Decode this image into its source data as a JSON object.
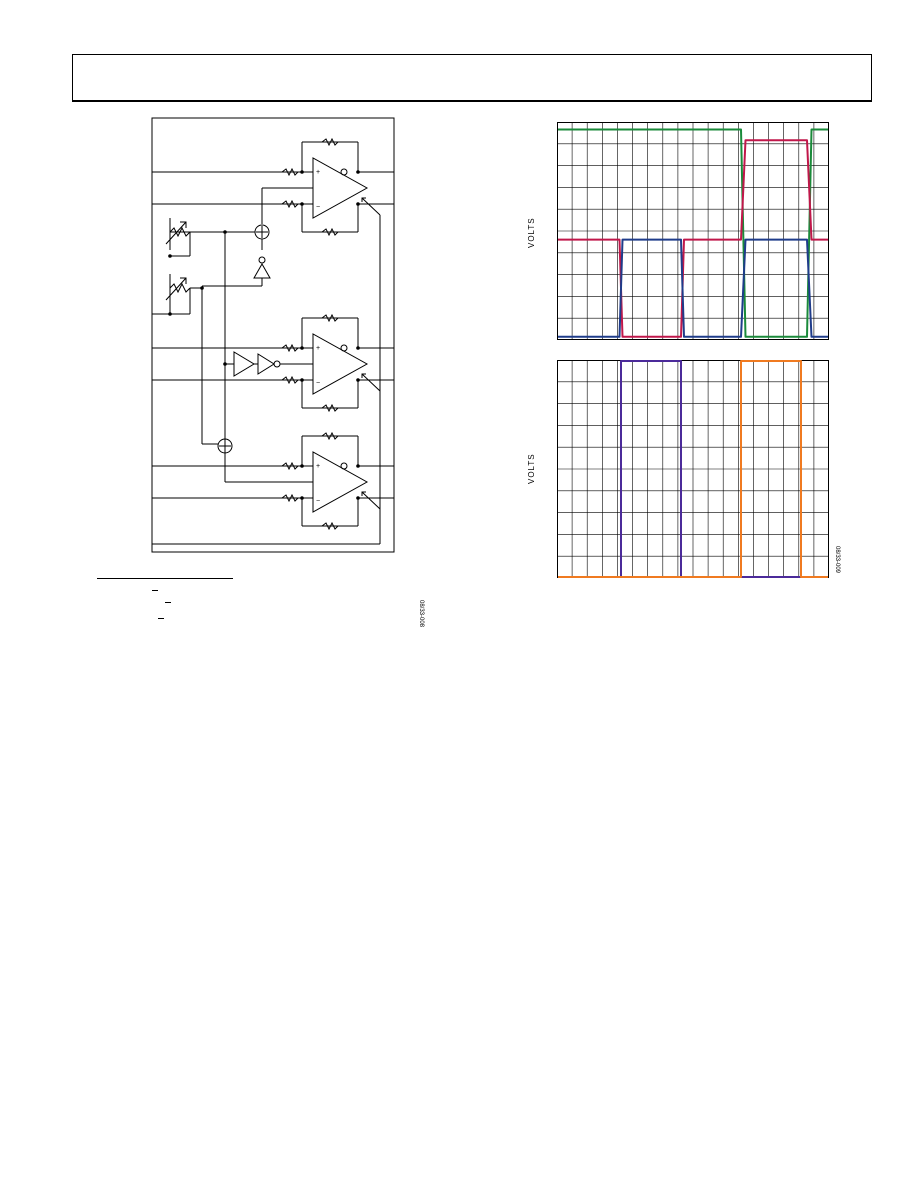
{
  "figure_left": {
    "figure_id": "08/33-008"
  },
  "figure_right": {
    "figure_id": "08/33-009"
  },
  "chart_data": [
    {
      "type": "line",
      "ylabel": "VOLTS",
      "grid": true,
      "grid_divisions": {
        "x": 18,
        "y": 10
      },
      "series": [
        {
          "color": "#1a8a3a",
          "level_hi": 9.7,
          "level_lo": 0.1,
          "points": [
            [
              0,
              9.7
            ],
            [
              12.2,
              9.7
            ],
            [
              12.5,
              0.1
            ],
            [
              16.6,
              0.1
            ],
            [
              16.9,
              9.7
            ],
            [
              18,
              9.7
            ]
          ]
        },
        {
          "color": "#c0174a",
          "level_hi": 4.6,
          "level_lo": 0.1,
          "points": [
            [
              0,
              4.6
            ],
            [
              4.1,
              4.6
            ],
            [
              4.3,
              0.1
            ],
            [
              8.2,
              0.1
            ],
            [
              8.4,
              4.6
            ],
            [
              12.2,
              4.6
            ],
            [
              12.5,
              9.2
            ],
            [
              16.6,
              9.2
            ],
            [
              16.9,
              4.6
            ],
            [
              18,
              4.6
            ]
          ]
        },
        {
          "color": "#1f3c8a",
          "level_hi": 4.6,
          "level_lo": 0.1,
          "points": [
            [
              0,
              0.1
            ],
            [
              4.1,
              0.1
            ],
            [
              4.3,
              4.6
            ],
            [
              8.2,
              4.6
            ],
            [
              8.4,
              0.1
            ],
            [
              12.2,
              0.1
            ],
            [
              12.5,
              4.6
            ],
            [
              16.6,
              4.6
            ],
            [
              16.9,
              0.1
            ],
            [
              18,
              0.1
            ]
          ]
        }
      ]
    },
    {
      "type": "line",
      "ylabel": "VOLTS",
      "grid": true,
      "grid_divisions": {
        "x": 18,
        "y": 10
      },
      "series": [
        {
          "color": "#4b2a9a",
          "points": [
            [
              0,
              0
            ],
            [
              4.2,
              0
            ],
            [
              4.2,
              10
            ],
            [
              8.2,
              10
            ],
            [
              8.2,
              0
            ],
            [
              18,
              0
            ]
          ]
        },
        {
          "color": "#f07a20",
          "points": [
            [
              0,
              0
            ],
            [
              12.2,
              0
            ],
            [
              12.2,
              10
            ],
            [
              16.2,
              10
            ],
            [
              16.2,
              0
            ],
            [
              18,
              0
            ]
          ]
        }
      ]
    }
  ]
}
